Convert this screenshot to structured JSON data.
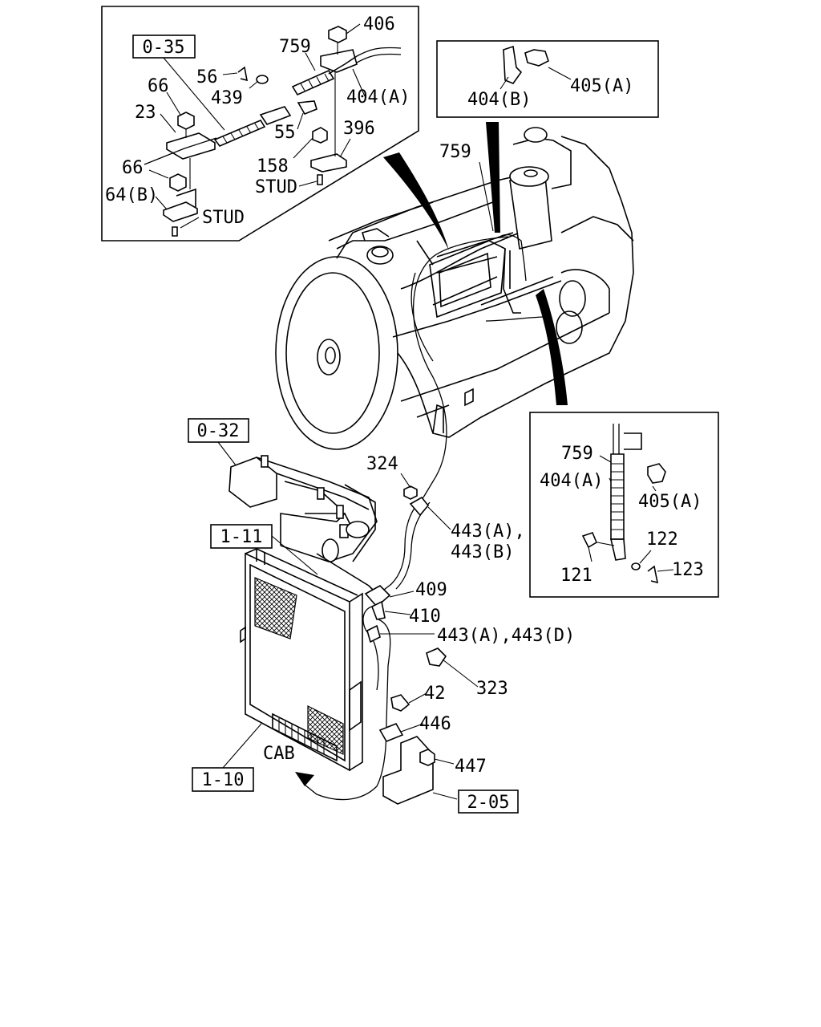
{
  "detail_left": {
    "ref_box": "0-35",
    "labels": [
      "406",
      "759",
      "56",
      "439",
      "404(A)",
      "66",
      "23",
      "55",
      "396",
      "158",
      "STUD",
      "66",
      "64(B)",
      "STUD"
    ]
  },
  "detail_top_right": {
    "labels": [
      "404(B)",
      "405(A)"
    ]
  },
  "detail_bottom_right": {
    "labels": [
      "759",
      "404(A)",
      "405(A)",
      "122",
      "121",
      "123"
    ]
  },
  "main": {
    "ref_boxes": [
      "0-32",
      "1-11",
      "1-10",
      "2-05"
    ],
    "labels": [
      "759",
      "324",
      "443(A),",
      "443(B)",
      "409",
      "410",
      "443(A),443(D)",
      "323",
      "42",
      "446",
      "447",
      "CAB"
    ]
  }
}
